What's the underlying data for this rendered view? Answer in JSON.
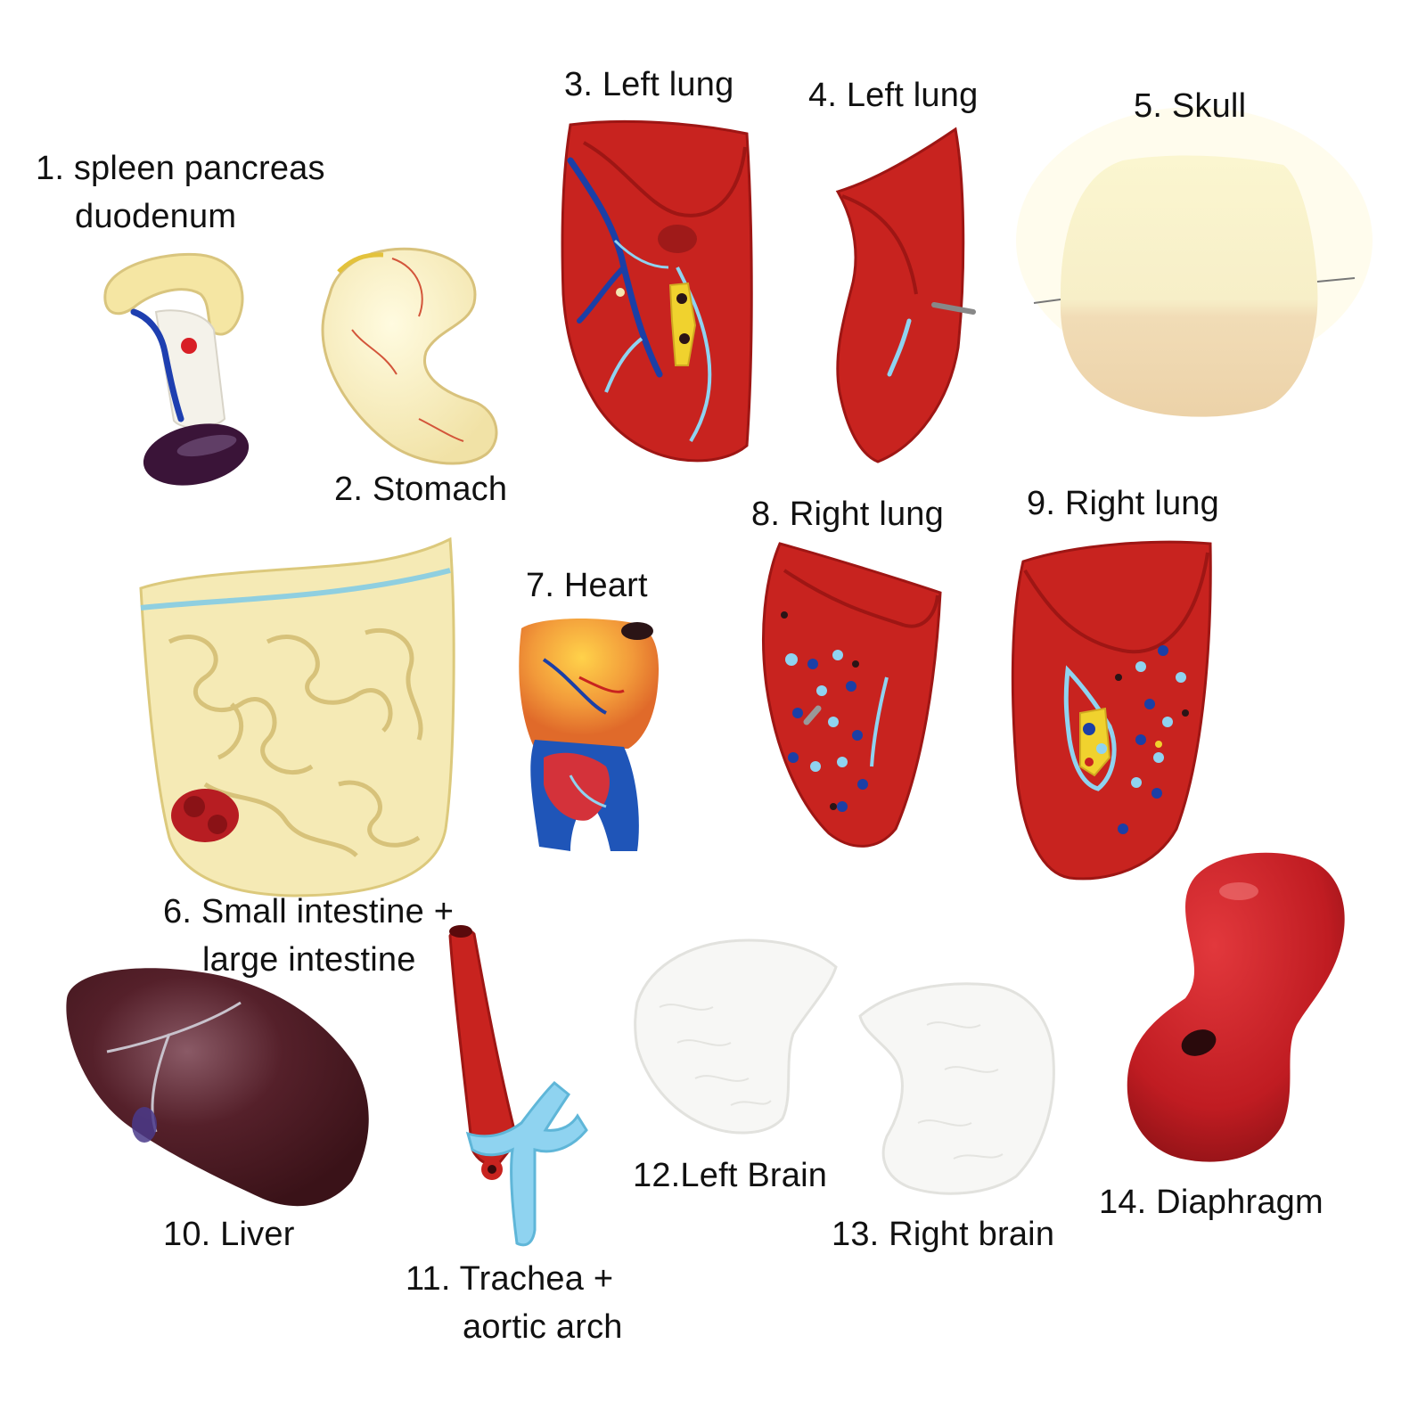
{
  "parts": [
    {
      "id": "spleen-pancreas-duodenum",
      "lines": [
        "1. spleen pancreas",
        "duodenum"
      ],
      "icon": "spleen-pancreas-duodenum-model"
    },
    {
      "id": "stomach",
      "lines": [
        "2. Stomach"
      ],
      "icon": "stomach-model"
    },
    {
      "id": "left-lung-3",
      "lines": [
        "3. Left lung"
      ],
      "icon": "left-lung-model"
    },
    {
      "id": "left-lung-4",
      "lines": [
        "4. Left lung"
      ],
      "icon": "left-lung-model"
    },
    {
      "id": "skull",
      "lines": [
        "5. Skull"
      ],
      "icon": "skull-cap-model"
    },
    {
      "id": "intestine",
      "lines": [
        "6. Small intestine +",
        "large intestine"
      ],
      "icon": "intestine-model"
    },
    {
      "id": "heart",
      "lines": [
        "7. Heart"
      ],
      "icon": "heart-model"
    },
    {
      "id": "right-lung-8",
      "lines": [
        "8. Right lung"
      ],
      "icon": "right-lung-model"
    },
    {
      "id": "right-lung-9",
      "lines": [
        "9. Right lung"
      ],
      "icon": "right-lung-model"
    },
    {
      "id": "liver",
      "lines": [
        "10. Liver"
      ],
      "icon": "liver-model"
    },
    {
      "id": "trachea",
      "lines": [
        "11. Trachea +",
        "aortic arch"
      ],
      "icon": "trachea-aortic-arch-model"
    },
    {
      "id": "left-brain",
      "lines": [
        "12.Left Brain"
      ],
      "icon": "brain-hemisphere-model"
    },
    {
      "id": "right-brain",
      "lines": [
        "13. Right brain"
      ],
      "icon": "brain-hemisphere-model"
    },
    {
      "id": "diaphragm",
      "lines": [
        "14. Diaphragm"
      ],
      "icon": "diaphragm-model"
    }
  ],
  "colors": {
    "lung_red": "#c8231f",
    "lung_dark": "#9e1614",
    "cream": "#f7eebc",
    "skull_top": "#fbf6d2",
    "skull_bottom": "#f2ddb4",
    "vein_blue": "#1b3fa6",
    "light_blue": "#8fd3f0",
    "liver_brown": "#4f1d22",
    "spleen_purple": "#3a1438",
    "brain_white": "#f7f7f5",
    "diaphragm_red": "#c51e22",
    "label_text": "#111111"
  }
}
